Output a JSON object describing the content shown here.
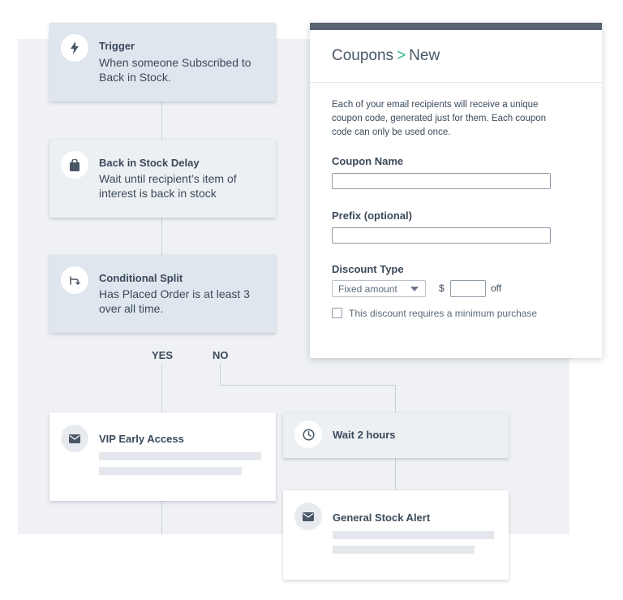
{
  "flow": {
    "trigger": {
      "title": "Trigger",
      "description": "When someone Subscribed to Back in Stock."
    },
    "delay": {
      "title": "Back in Stock Delay",
      "description": "Wait until recipient’s item of interest is back in stock"
    },
    "split": {
      "title": "Conditional Split",
      "description": "Has Placed Order is at least 3 over all time."
    },
    "branches": {
      "yes_label": "YES",
      "no_label": "NO"
    },
    "vip_email": {
      "title": "VIP Early Access"
    },
    "wait": {
      "title": "Wait 2 hours"
    },
    "general_email": {
      "title": "General Stock Alert"
    }
  },
  "coupon_panel": {
    "breadcrumb_parent": "Coupons",
    "breadcrumb_separator": ">",
    "breadcrumb_current": "New",
    "intro_text": "Each of your email recipients will receive a unique coupon code, generated just for them. Each coupon code can only be used once.",
    "coupon_name_label": "Coupon Name",
    "coupon_name_value": "",
    "prefix_label": "Prefix (optional)",
    "prefix_value": "",
    "discount_type_label": "Discount Type",
    "discount_type_selected": "Fixed amount",
    "currency_symbol": "$",
    "amount_value": "",
    "amount_suffix": "off",
    "minimum_purchase_label": "This discount requires a minimum purchase",
    "minimum_purchase_checked": false
  },
  "colors": {
    "accent_green": "#2fb889",
    "panel_topbar": "#5a6470",
    "card_blue": "#dfe6ee",
    "canvas_bg": "#eff1f4"
  }
}
